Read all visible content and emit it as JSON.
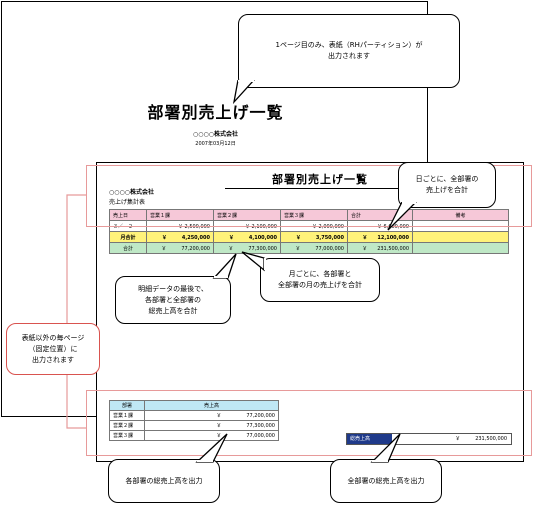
{
  "cover": {
    "title": "部署別売上げ一覧",
    "company": "○○○○株式会社",
    "date": "2007年03月12日"
  },
  "report": {
    "title": "部署別売上げ一覧",
    "company": "○○○○株式会社",
    "subtitle": "売上げ集計表",
    "headers": [
      "売上日",
      "営業１課",
      "営業２課",
      "営業３課",
      "合計",
      "備考"
    ],
    "row": [
      "３／　２",
      "￥ 2,500,000",
      "￥ 2,100,000",
      "￥ 2,000,000",
      "￥ 6,600,000",
      ""
    ],
    "monthly": [
      "月合計",
      "￥　　　4,250,000",
      "￥　　　4,100,000",
      "￥　　　3,750,000",
      "￥　　12,100,000",
      ""
    ],
    "total": [
      "合計",
      "￥　　　77,200,000",
      "￥　　　77,300,000",
      "￥　　　77,000,000",
      "￥　　231,500,000",
      ""
    ]
  },
  "dept_table": {
    "headers": [
      "部署",
      "売上高"
    ],
    "rows": [
      [
        "営業１課",
        "￥　　　　　77,200,000"
      ],
      [
        "営業２課",
        "￥　　　　　77,300,000"
      ],
      [
        "営業３課",
        "￥　　　　　77,000,000"
      ]
    ]
  },
  "grand_total": {
    "label": "総売上高",
    "value": "￥　　　231,500,000"
  },
  "callouts": {
    "cover_only": "1ページ目のみ、表紙（RHパーティション）が\n出力されます",
    "daily_total": "日ごとに、全部署の\n売上げを合計",
    "monthly_total": "月ごとに、各部署と\n全部署の月の売上げを合計",
    "detail_end": "明細データの最後で、\n各部署と全部署の\n総売上高を合計",
    "every_page": "表紙以外の毎ページ\n（固定位置）に\n出力されます",
    "dept_output": "各部署の総売上高を出力",
    "all_output": "全部署の総売上高を出力"
  },
  "colors": {
    "pink": "#f6c8d8",
    "yellow": "#fff27a",
    "green": "#bfe8c6",
    "navy": "#1f3a8a",
    "red_frame": "#e79a9a"
  }
}
